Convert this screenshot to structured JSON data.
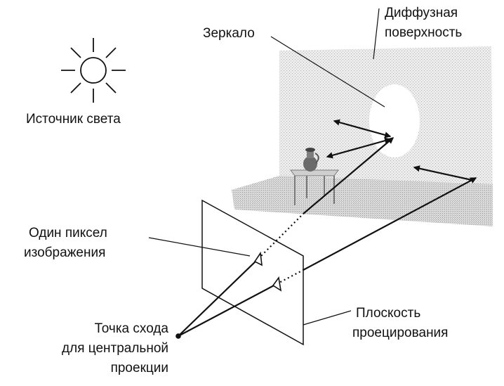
{
  "labels": {
    "mirror": "Зеркало",
    "diffuse_line1": "Диффузная",
    "diffuse_line2": "поверхность",
    "light_source": "Источник света",
    "pixel_line1": "Один пиксел",
    "pixel_line2": "изображения",
    "plane_line1": "Плоскость",
    "plane_line2": "проецирования",
    "vanish_line1": "Точка схода",
    "vanish_line2": "для центральной",
    "vanish_line3": "проекции"
  },
  "icons": {
    "sun": "sun-icon",
    "vase": "vase-icon",
    "table": "table-icon"
  },
  "colors": {
    "ink": "#111111",
    "wall": "#e8e8e8",
    "floor": "#d7d7d7",
    "mirror": "#ffffff"
  }
}
